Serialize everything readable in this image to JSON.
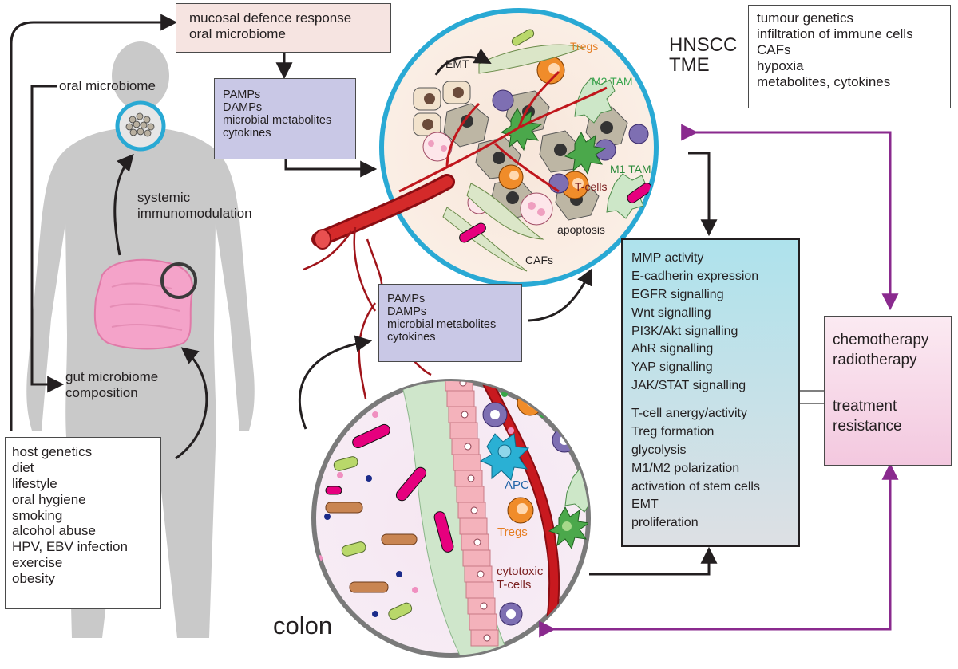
{
  "boxes": {
    "mucosal": [
      "mucosal defence response",
      "oral microbiome"
    ],
    "pamps_top": [
      "PAMPs",
      "DAMPs",
      "microbial metabolites",
      "cytokines"
    ],
    "pamps_mid": [
      "PAMPs",
      "DAMPs",
      "microbial metabolites",
      "cytokines"
    ],
    "tme_factors": [
      "tumour genetics",
      "infiltration of immune cells",
      "CAFs",
      "hypoxia",
      "metabolites, cytokines"
    ],
    "host": [
      "host genetics",
      "diet",
      "lifestyle",
      "oral hygiene",
      "smoking",
      "alcohol abuse",
      "HPV, EBV infection",
      "exercise",
      "obesity"
    ],
    "mechanisms": [
      "MMP activity",
      "E-cadherin expression",
      "EGFR signalling",
      "Wnt signalling",
      "PI3K/Akt signalling",
      "AhR signalling",
      "YAP signalling",
      "JAK/STAT signalling"
    ],
    "immune_effects": [
      "T-cell anergy/activity",
      "Treg formation",
      "glycolysis",
      "M1/M2 polarization",
      "activation of stem cells",
      "EMT",
      "proliferation"
    ],
    "therapy": [
      "chemotherapy",
      "radiotherapy"
    ],
    "resistance": [
      "treatment",
      "resistance"
    ]
  },
  "labels": {
    "oral_microbiome": "oral microbiome",
    "systemic": [
      "systemic",
      "immunomodulation"
    ],
    "gut_microbiome": [
      "gut microbiome",
      "composition"
    ],
    "hnscc": [
      "HNSCC",
      "TME"
    ],
    "emt": "EMT",
    "tregs_top": "Tregs",
    "m2_tam": "M2 TAM",
    "m1_tam": "M1 TAM",
    "t_cells": "T-cells",
    "apoptosis": "apoptosis",
    "cafs": "CAFs",
    "apc": "APC",
    "tregs_colon": "Tregs",
    "cytotoxic": [
      "cytotoxic",
      "T-cells"
    ],
    "colon": "colon"
  },
  "colors": {
    "body_silhouette": "#c9c9c9",
    "oral_ring": "#29a9d4",
    "purple_arrow": "#8a2a8e",
    "mucosal_box": "#f6e4e1",
    "pamps_box": "#c9c8e6",
    "mechanism_gradient_top": "#aee2ec",
    "mechanism_gradient_bottom": "#dde0e4",
    "therapy_gradient_top": "#fbeaf2",
    "therapy_gradient_bottom": "#f3c8df",
    "tregs_label": "#e67e22",
    "tam_label": "#3aa650",
    "tcell_label": "#7a1f1f",
    "apc_label": "#2464a8",
    "blood_vessel": "#c0161c"
  },
  "icons": [
    "human-body",
    "intestine",
    "tumour-cells",
    "blood-vessel",
    "colon-epithelium",
    "bacteria",
    "macrophage",
    "dendritic-cell"
  ]
}
